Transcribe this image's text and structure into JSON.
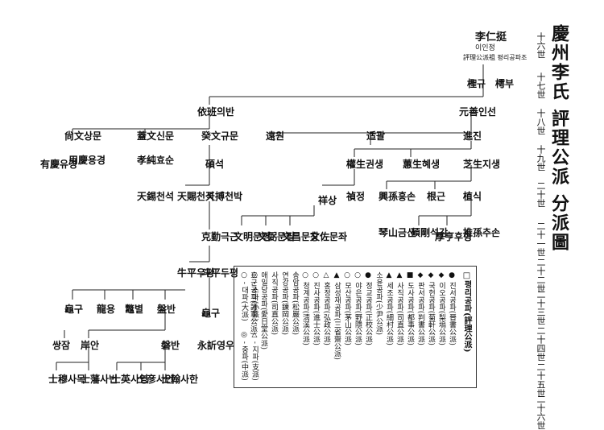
{
  "title": "慶州李氏 評理公派 分派圖",
  "generations": [
    "十六世",
    "十七世",
    "十八世",
    "十九世",
    "二十世",
    "二十一世",
    "二十二世",
    "二十三世",
    "二十四世",
    "二十五世",
    "二十六世"
  ],
  "root": {
    "name": "李仁挺",
    "reading": "이인정",
    "note": "評理公派祖 평리공파조"
  },
  "nodes": {
    "n1": "樗부",
    "n2": "檉규",
    "n3": "元善인선",
    "n4": "依班의반",
    "n5": "進진",
    "n6": "适괄",
    "n7": "遠원",
    "n8": "癸文규문",
    "n9": "蓋文신문",
    "n10": "尙文상문",
    "n11": "芝生지생",
    "n12": "蕙生혜생",
    "n13": "權生권생",
    "n14": "碩석",
    "n15": "孝純효순",
    "n16": "用慶용경",
    "n17": "有慶유경",
    "n18": "植식",
    "n19": "根근",
    "n20": "興孫흥손",
    "n21": "禎정",
    "n22": "祥상",
    "n23": "天搏천박",
    "n24": "天賜천석",
    "n25": "天錫천석",
    "n26": "克勤극근",
    "n27": "推孫추손",
    "n28": "厚亨후형",
    "n29": "碩剛석강",
    "n30": "琴山금산",
    "n31": "文佐문좌",
    "n32": "文昌문창",
    "n33": "文弼문필",
    "n34": "文明문명",
    "n35": "斗平두평",
    "n36": "牛平우평",
    "n37": "龜구",
    "n38": "盤반",
    "n39": "龍용",
    "n40": "鼈별",
    "n41": "龜구",
    "n42": "永訢영우",
    "n43": "磐반",
    "n44": "岸안",
    "n45": "쌍잠",
    "n46": "士翰사한",
    "n47": "士彦사언",
    "n48": "士英사영",
    "n49": "士藩사번",
    "n50": "士穆사목"
  },
  "legend": {
    "heading": "□평리공파(評理公派)",
    "items": [
      "● 진서공파(晉書公派)",
      "◆ 이오공파(梨塢公派)",
      "◆ 국헌공파(菊軒公派)",
      "◆ 판서공파(判書公派)",
      "■ 도사공파(都事公派)",
      "▲ 사직공파(司直公派)",
      "▲ 세조공파(細村公派)",
      "소윤공파(少尹公派)",
      "● 정교공파(正校公派)",
      "○ 야은공파(野隱公派)",
      "○ 모산공파(茅山公派)",
      "▲ 삼성재공파(三省齋公派)",
      "△ 홍정공파(弘政公派)",
      "○ 진사공파(進士公派)",
      "○ 청계공파(淸溪公派)",
      "송암공파(松巖公派)",
      "연강공파(鍊岡公派)",
      "사직공파(司直公派)",
      "애일당공파(愛日堂公派)",
      "호군공파(護軍公派)"
    ],
    "key": [
      "○ - 대파(大派)",
      "◎ - 중파(中派)",
      "○ - 소파(小派)",
      "△ - 지파(支派)"
    ]
  }
}
